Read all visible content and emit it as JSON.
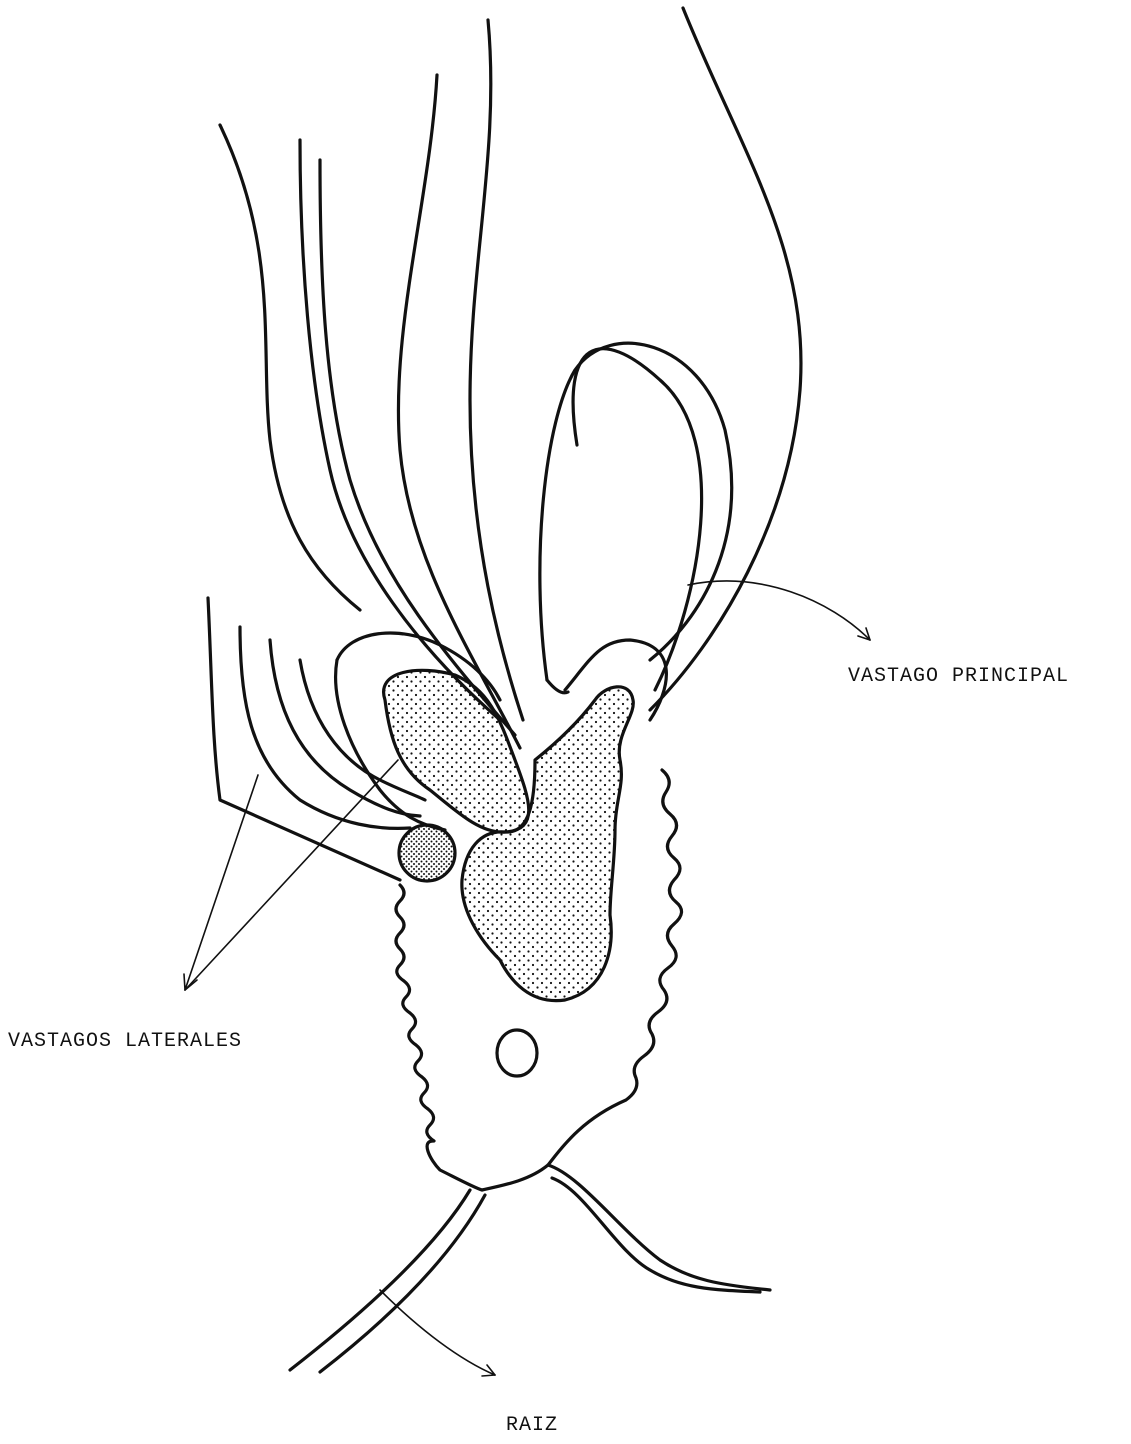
{
  "labels": {
    "main_shoot": "VASTAGO PRINCIPAL",
    "lateral_shoots": "VASTAGOS LATERALES",
    "root": "RAIZ"
  },
  "colors": {
    "ink": "#111111",
    "paper": "#ffffff"
  }
}
